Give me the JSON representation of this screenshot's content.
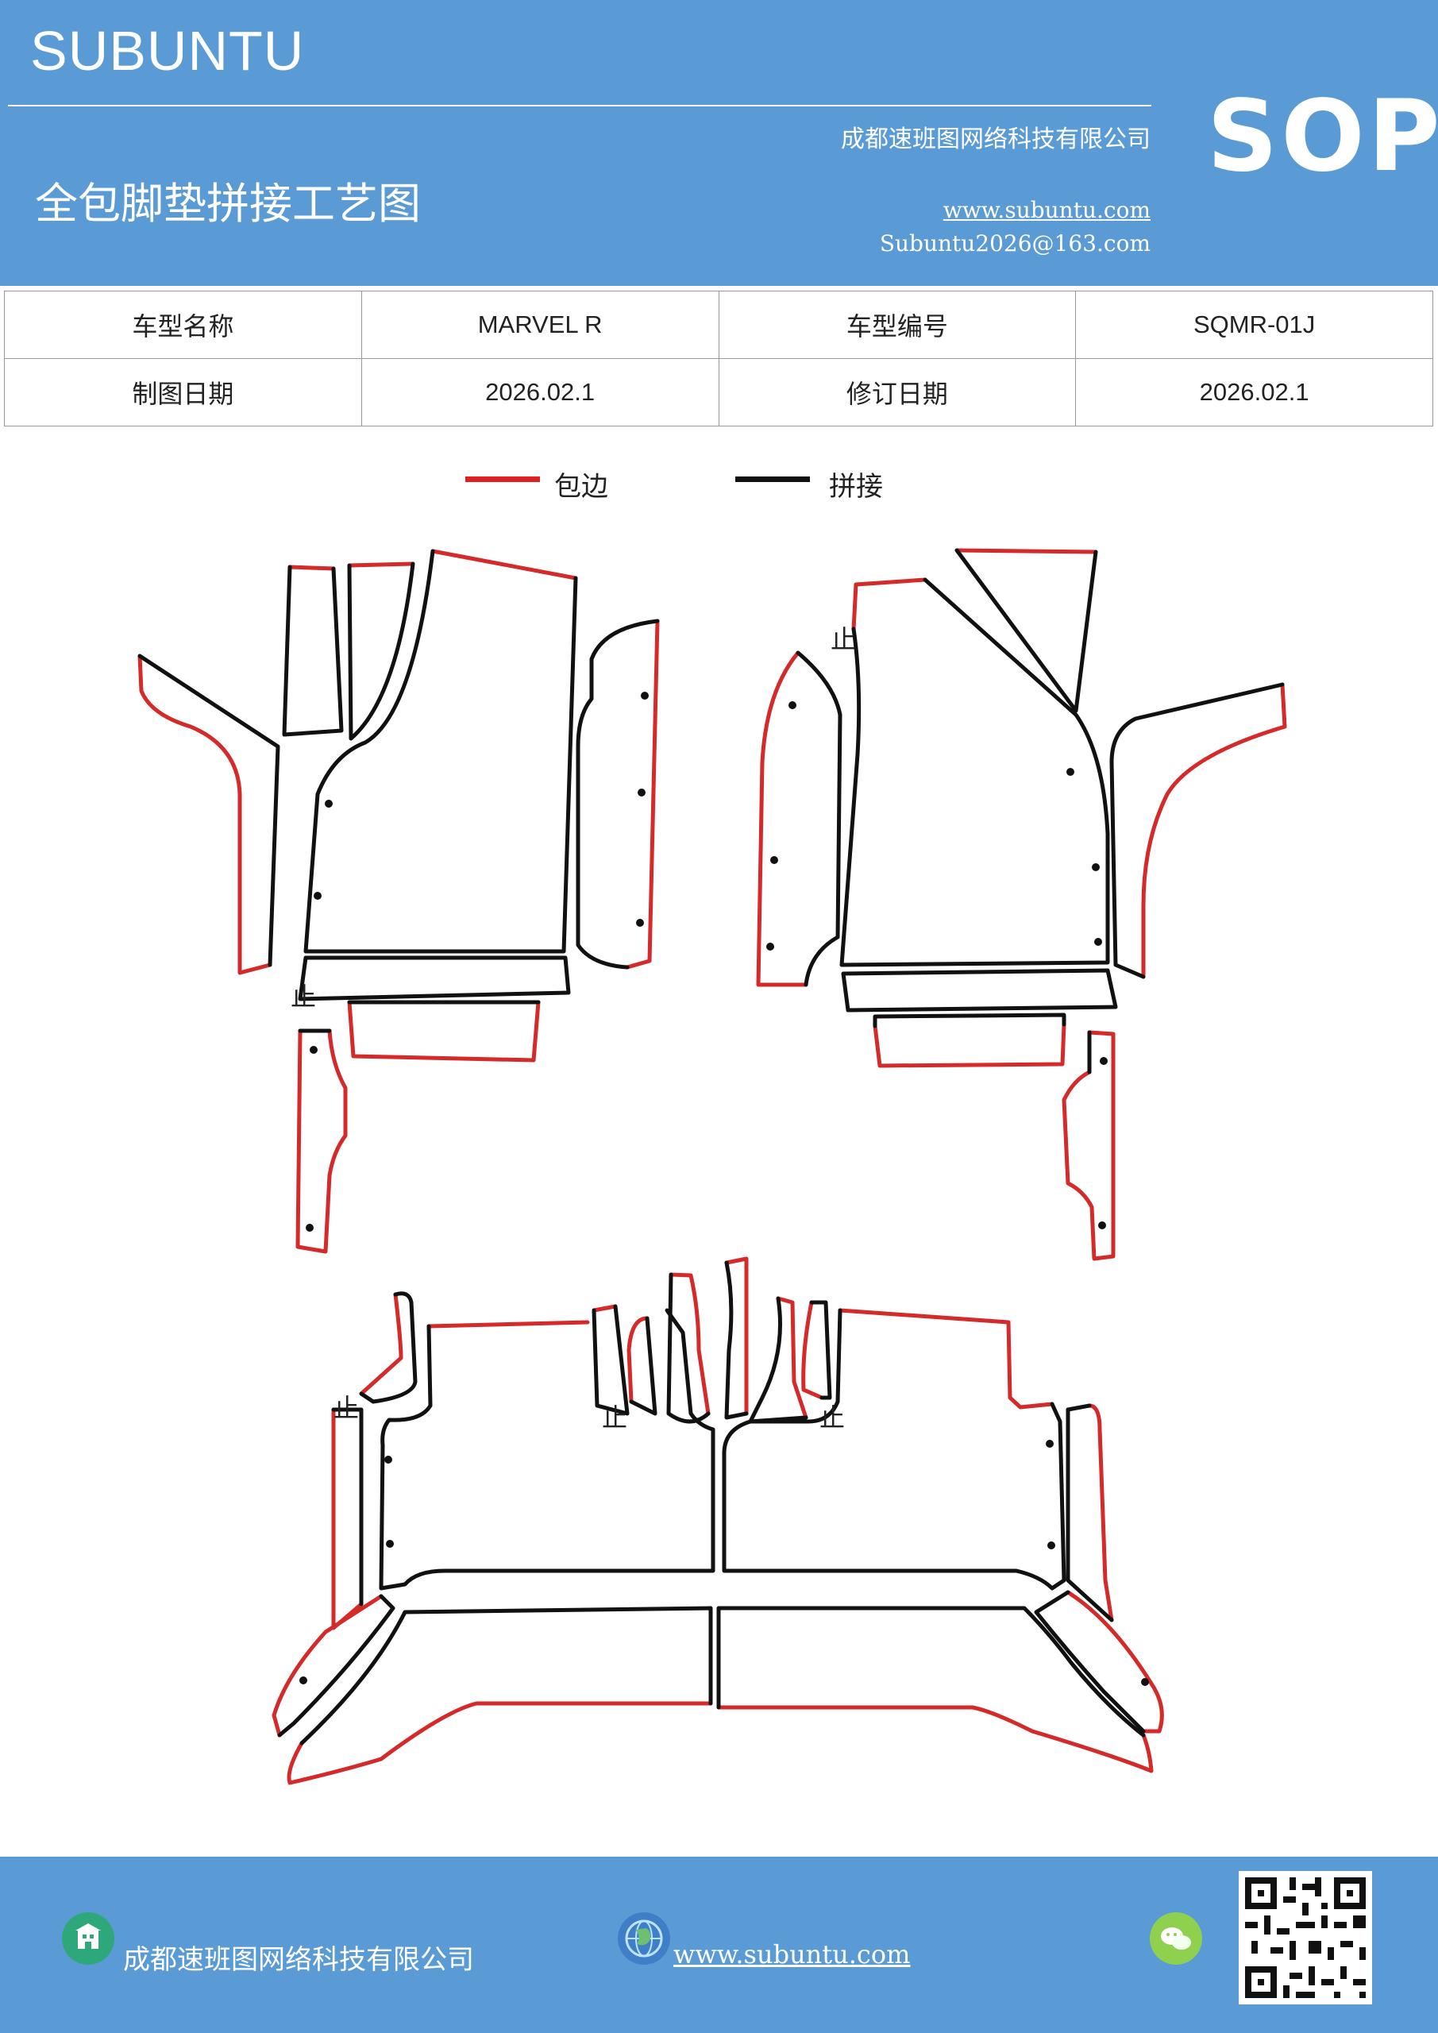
{
  "header": {
    "brand": "SUBUNTU",
    "badge": "SOP",
    "title": "全包脚垫拼接工艺图",
    "company": "成都速班图网络科技有限公司",
    "website": "www.subuntu.com",
    "email": "Subuntu2026@163.com"
  },
  "info_table": {
    "rows": [
      {
        "label1": "车型名称",
        "value1": "MARVEL  R",
        "label2": "车型编号",
        "value2": "SQMR-01J"
      },
      {
        "label1": "制图日期",
        "value1": "2026.02.1",
        "label2": "修订日期",
        "value2": "2026.02.1"
      }
    ]
  },
  "legend": {
    "items": [
      {
        "label": "包边",
        "color": "#e02020"
      },
      {
        "label": "拼接",
        "color": "#111111"
      }
    ]
  },
  "diagram": {
    "stop_mark": "止",
    "edge_color": "#d42a2a",
    "seam_color": "#111111"
  },
  "footer": {
    "company": "成都速班图网络科技有限公司",
    "website": "www.subuntu.com",
    "icons": [
      "building-icon",
      "globe-icon",
      "wechat-icon"
    ],
    "qr": "qr-code"
  }
}
